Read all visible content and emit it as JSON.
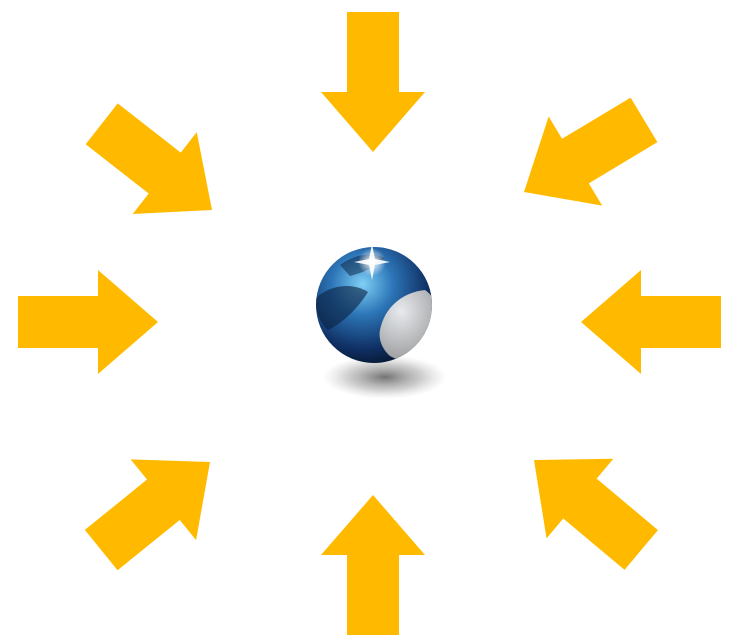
{
  "diagram": {
    "arrow_color": "#FFBA00",
    "background_color": "#FFFFFF",
    "center_icon": "globe-icon",
    "arrows": [
      {
        "direction": "down",
        "icon": "arrow-down-icon"
      },
      {
        "direction": "down-left",
        "icon": "arrow-down-left-icon"
      },
      {
        "direction": "left",
        "icon": "arrow-left-icon"
      },
      {
        "direction": "up-left",
        "icon": "arrow-up-left-icon"
      },
      {
        "direction": "up",
        "icon": "arrow-up-icon"
      },
      {
        "direction": "up-right",
        "icon": "arrow-up-right-icon"
      },
      {
        "direction": "right",
        "icon": "arrow-right-icon"
      },
      {
        "direction": "down-right",
        "icon": "arrow-down-right-icon"
      }
    ]
  }
}
